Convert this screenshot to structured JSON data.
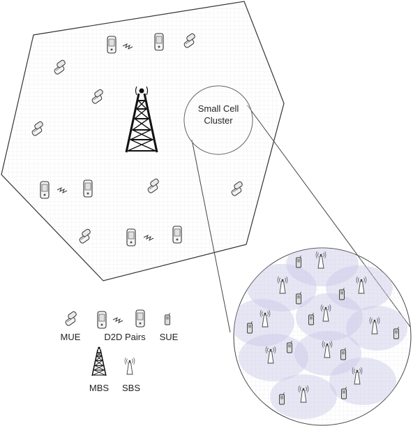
{
  "cluster_label_line1": "Small Cell",
  "cluster_label_line2": "Cluster",
  "legend": {
    "mue": "MUE",
    "d2d": "D2D Pairs",
    "sue": "SUE",
    "mbs": "MBS",
    "sbs": "SBS"
  },
  "icons": [
    "flip-phone-icon",
    "candybar-phone-icon",
    "macro-tower-icon",
    "small-cell-antenna-icon",
    "d2d-link-icon"
  ]
}
